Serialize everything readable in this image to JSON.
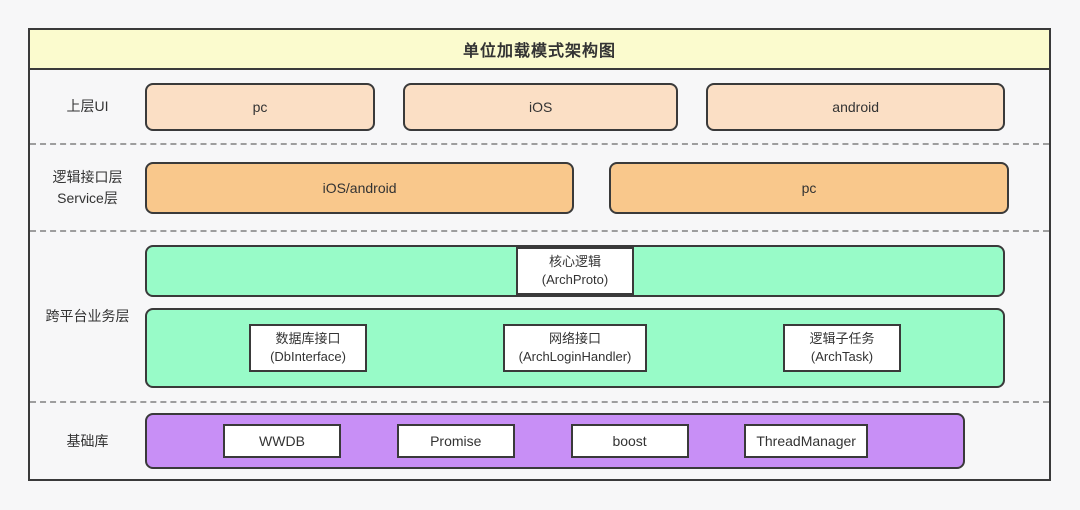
{
  "title": "单位加载模式架构图",
  "colors": {
    "title_bg": "#fbfbce",
    "ui_box_bg": "#fbdfc5",
    "service_box_bg": "#f9c88c",
    "cross_band_bg": "#98fbc8",
    "base_band_bg": "#c88ff6",
    "box_border": "#3a3a3a",
    "dashed_divider": "#9e9e9e",
    "canvas_bg": "#f7f7f8"
  },
  "layers": {
    "ui": {
      "label": "上层UI",
      "boxes": [
        {
          "text": "pc"
        },
        {
          "text": "iOS"
        },
        {
          "text": "android"
        }
      ]
    },
    "service": {
      "label_line1": "逻辑接口层",
      "label_line2": "Service层",
      "boxes": [
        {
          "text": "iOS/android"
        },
        {
          "text": "pc"
        }
      ]
    },
    "cross": {
      "label": "跨平台业务层",
      "core": {
        "line1": "核心逻辑",
        "line2": "(ArchProto)"
      },
      "modules": [
        {
          "line1": "数据库接口",
          "line2": "(DbInterface)"
        },
        {
          "line1": "网络接口",
          "line2": "(ArchLoginHandler)"
        },
        {
          "line1": "逻辑子任务",
          "line2": "(ArchTask)"
        }
      ]
    },
    "base": {
      "label": "基础库",
      "libs": [
        {
          "text": "WWDB"
        },
        {
          "text": "Promise"
        },
        {
          "text": "boost"
        },
        {
          "text": "ThreadManager"
        }
      ]
    }
  }
}
